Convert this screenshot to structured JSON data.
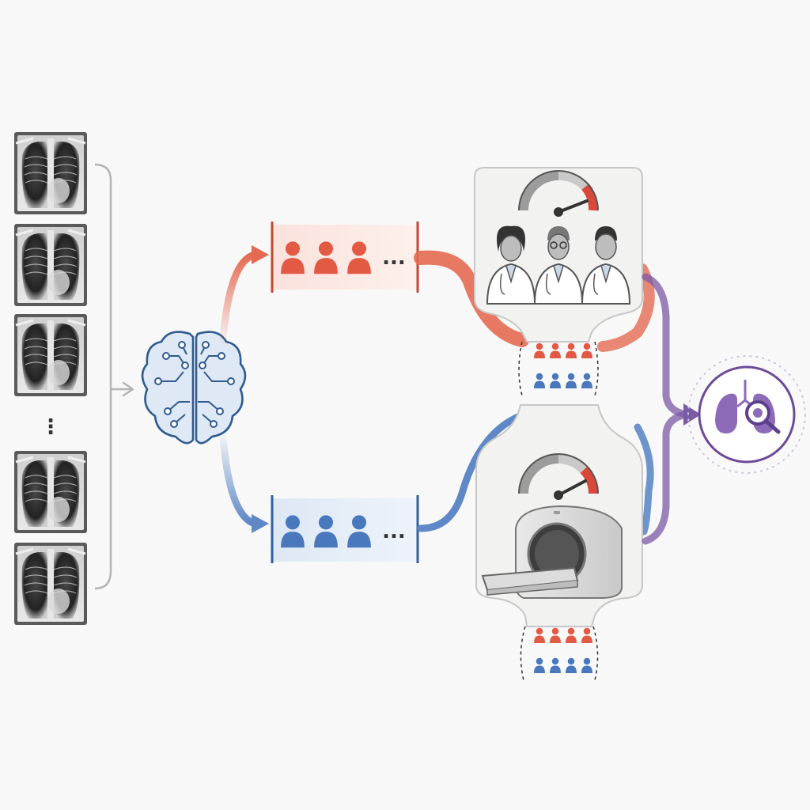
{
  "colors": {
    "background": "#f8f8f8",
    "red_path": "#e46a52",
    "red_icon": "#e35a44",
    "red_fill": "#fbe2dc",
    "blue_path": "#5e88c6",
    "blue_icon": "#4a78bd",
    "blue_fill": "#dde8f5",
    "purple": "#7b5aa6",
    "brain": "#2f5b8e",
    "panel_fill": "#f2f2f0",
    "panel_stroke": "#c7c7c7",
    "gauge_red": "#d9483a",
    "gray_bracket": "#b4b4b4"
  },
  "icons": {
    "xray": "chest-xray-icon",
    "brain": "neural-brain-icon",
    "person": "person-icon",
    "gauge": "speedometer-gauge-icon",
    "doctor": "doctor-icon",
    "scanner": "ct-scanner-icon",
    "lungs": "lungs-magnifier-icon"
  },
  "diagram": {
    "xray_count_top": 3,
    "xray_count_bottom": 2,
    "vertical_ellipsis": "⋮",
    "red_group_ellipsis": "...",
    "blue_group_ellipsis": "...",
    "red_group_visible_people": 3,
    "blue_group_visible_people": 3,
    "radiologist_count": 3,
    "funnel_red_people": 4,
    "funnel_blue_people": 4,
    "radiologist_gauge_level": 0.92,
    "ct_gauge_level": 0.88
  }
}
